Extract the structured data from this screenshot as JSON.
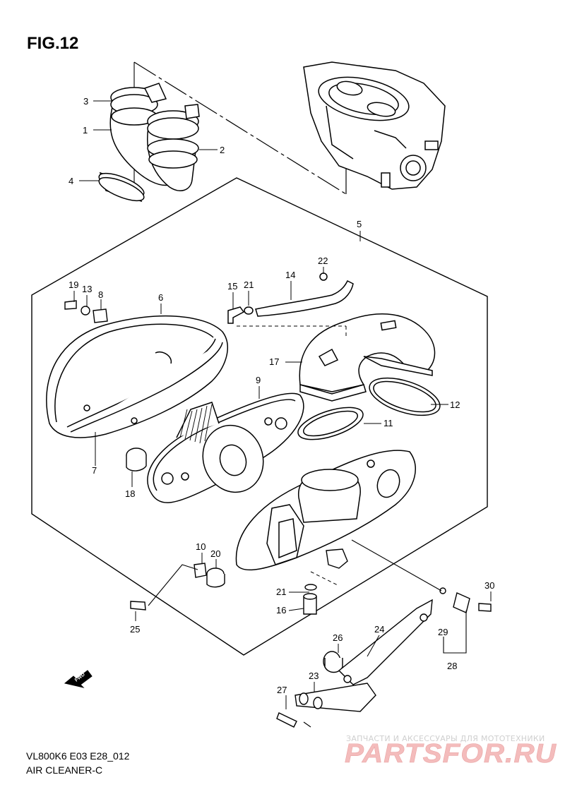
{
  "figure": {
    "title": "FIG.12",
    "model_code": "VL800K6 E03 E28_012",
    "section_name": "AIR CLEANER-C"
  },
  "callouts": [
    "1",
    "2",
    "3",
    "4",
    "5",
    "6",
    "7",
    "8",
    "9",
    "10",
    "11",
    "12",
    "13",
    "14",
    "15",
    "16",
    "17",
    "18",
    "19",
    "20",
    "21",
    "21",
    "22",
    "23",
    "24",
    "25",
    "26",
    "27",
    "28",
    "29",
    "30"
  ],
  "direction_marker": {
    "label": "FWD",
    "icon": "forward-arrow-icon"
  },
  "watermark": {
    "caption": "ЗАПЧАСТИ И АКСЕССУАРЫ ДЛЯ МОТОТЕХНИКИ",
    "logo_text": "PARTSFOR.RU",
    "logo_color": "#f4bcbc"
  },
  "colors": {
    "line": "#000000",
    "background": "#ffffff"
  }
}
